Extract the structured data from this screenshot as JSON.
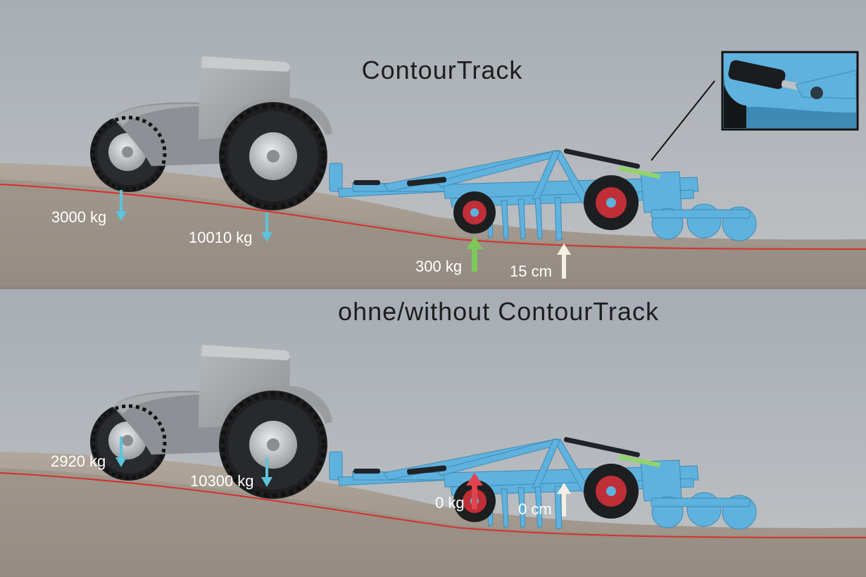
{
  "panels": [
    {
      "title": "ContourTrack",
      "labels": {
        "front_axle_load": "3000 kg",
        "rear_axle_load": "10010 kg",
        "implement_wheel_load": "300 kg",
        "working_depth": "15 cm"
      },
      "arrow_colors": {
        "axle": "#5ec3dc",
        "implement_wheel": "#7cc85a",
        "depth": "#f4efe2"
      }
    },
    {
      "title": "ohne/without ContourTrack",
      "labels": {
        "front_axle_load": "2920 kg",
        "rear_axle_load": "10300 kg",
        "implement_wheel_load": "0 kg",
        "working_depth": "0 cm"
      },
      "arrow_colors": {
        "axle": "#5ec3dc",
        "implement_wheel": "#e0454d",
        "depth": "#f4efe2"
      }
    }
  ],
  "colors": {
    "sky": "#b1b6bb",
    "soil": "#a39a90",
    "soil_dark": "#8c847b",
    "implement": "#5fb2de",
    "tractor_body": "#8d9094",
    "tyre": "#1d1e20",
    "guide_line": "#d6312e"
  }
}
